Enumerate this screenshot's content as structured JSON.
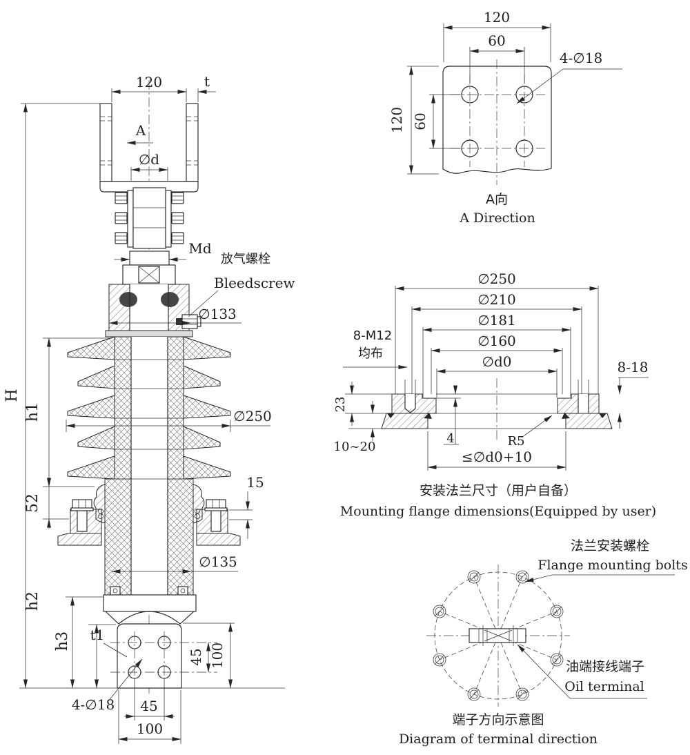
{
  "colors": {
    "ink": "#262626",
    "paper": "#ffffff"
  },
  "main_view": {
    "dim_top_width": "120",
    "dim_t": "t",
    "view_arrow_label": "A",
    "dim_phi_d": "∅d",
    "dim_md": "Md",
    "bleedscrew_cn": "放气螺栓",
    "bleedscrew_en": "Bleedscrew",
    "dim_phi_133": "∅133",
    "dim_phi_250": "∅250",
    "dim_H": "H",
    "dim_h1": "h1",
    "dim_52": "52",
    "dim_15": "15",
    "dim_phi_135": "∅135",
    "dim_h2": "h2",
    "dim_h3": "h3",
    "dim_t1": "t1",
    "dim_holes": "4-∅18",
    "dim_45_vertical": "45",
    "dim_100_vertical": "100",
    "dim_45_horizontal": "45",
    "dim_100_horizontal": "100"
  },
  "a_direction_view": {
    "dim_width": "120",
    "dim_hole_spacing_h": "60",
    "dim_height": "120",
    "dim_hole_spacing_v": "60",
    "dim_holes": "4-∅18",
    "caption_cn": "A向",
    "caption_en": "A Direction"
  },
  "flange_view": {
    "dim_d250": "∅250",
    "dim_d210": "∅210",
    "dim_d181": "∅181",
    "dim_d160": "∅160",
    "dim_d0": "∅d0",
    "bolt_note_line1": "8-M12",
    "bolt_note_line2": "均布",
    "dim_8_18": "8-18",
    "dim_23": "23",
    "dim_10_20": "10~20",
    "dim_4": "4",
    "dim_r5": "R5",
    "dim_bore": "≤∅d0+10",
    "caption_cn": "安装法兰尺寸（用户自备）",
    "caption_en": "Mounting flange dimensions(Equipped by user)"
  },
  "terminal_view": {
    "flange_bolts_cn": "法兰安装螺栓",
    "flange_bolts_en": "Flange mounting bolts",
    "oil_terminal_cn": "油端接线端子",
    "oil_terminal_en": "Oil terminal",
    "caption_cn": "端子方向示意图",
    "caption_en": "Diagram of terminal direction"
  }
}
